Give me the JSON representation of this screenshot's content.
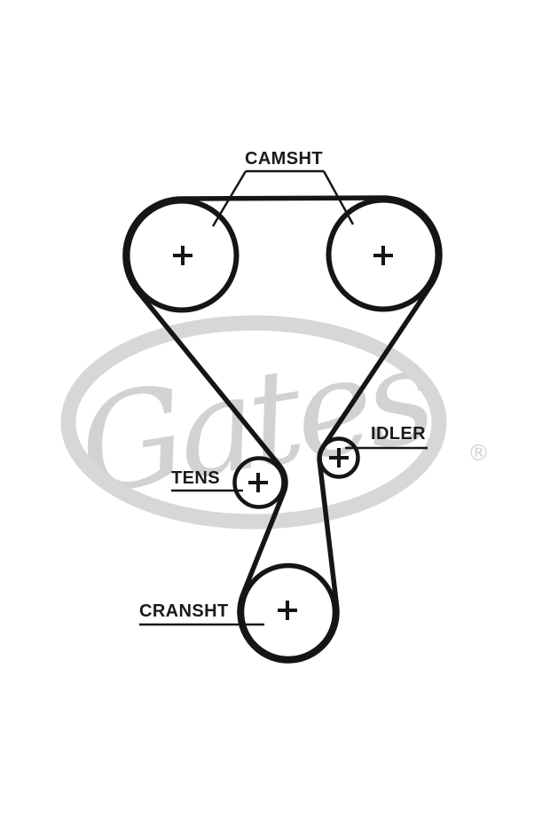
{
  "diagram": {
    "labels": {
      "camshaft": "CAMSHT",
      "idler": "IDLER",
      "tensioner": "TENS",
      "crankshaft": "CRANSHT"
    },
    "watermark": {
      "brand": "Gates",
      "registered_mark": "®"
    },
    "colors": {
      "line": "#151515",
      "label_text": "#1a1a1a",
      "watermark_gray": "#d7d7d7",
      "background": "#ffffff"
    }
  }
}
